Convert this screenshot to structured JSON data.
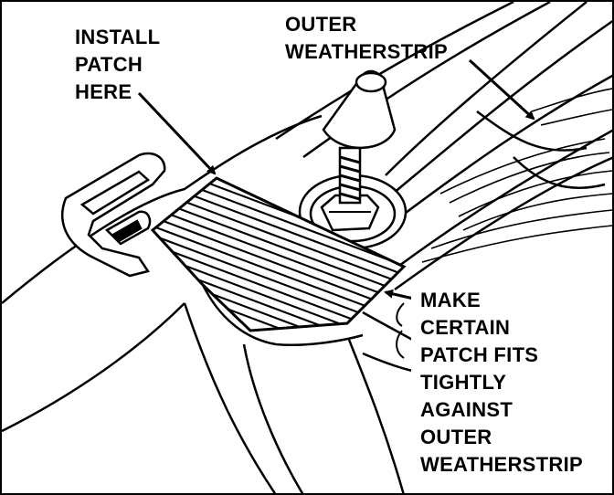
{
  "figure": {
    "labels": {
      "install_patch": [
        "INSTALL",
        "PATCH",
        "HERE"
      ],
      "outer_weatherstrip": [
        "OUTER",
        "WEATHERSTRIP"
      ],
      "make_certain": [
        "MAKE",
        "CERTAIN",
        "PATCH FITS",
        "TIGHTLY",
        "AGAINST",
        "OUTER",
        "WEATHERSTRIP"
      ]
    },
    "colors": {
      "ink": "#000000",
      "paper": "#ffffff"
    }
  }
}
